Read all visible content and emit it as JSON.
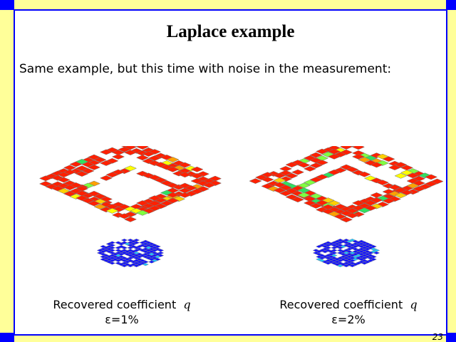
{
  "title": "Laplace example",
  "intro": "Same example, but this time with noise in the measurement:",
  "figures": [
    {
      "caption": "Recovered coefficient",
      "symbol": "q",
      "noise": "ε=1%"
    },
    {
      "caption": "Recovered coefficient",
      "symbol": "q",
      "noise": "ε=2%"
    }
  ],
  "page_number": "23",
  "colors": {
    "frame": "#0000ff",
    "background": "#ffff99",
    "ring": "#ff2000",
    "disk": "#1010ff"
  }
}
